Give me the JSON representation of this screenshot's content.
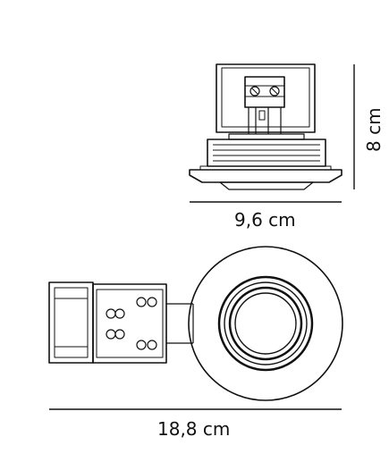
{
  "dimensions": {
    "top_width": "9,6 cm",
    "height": "8 cm",
    "overall_width": "18,8 cm"
  }
}
